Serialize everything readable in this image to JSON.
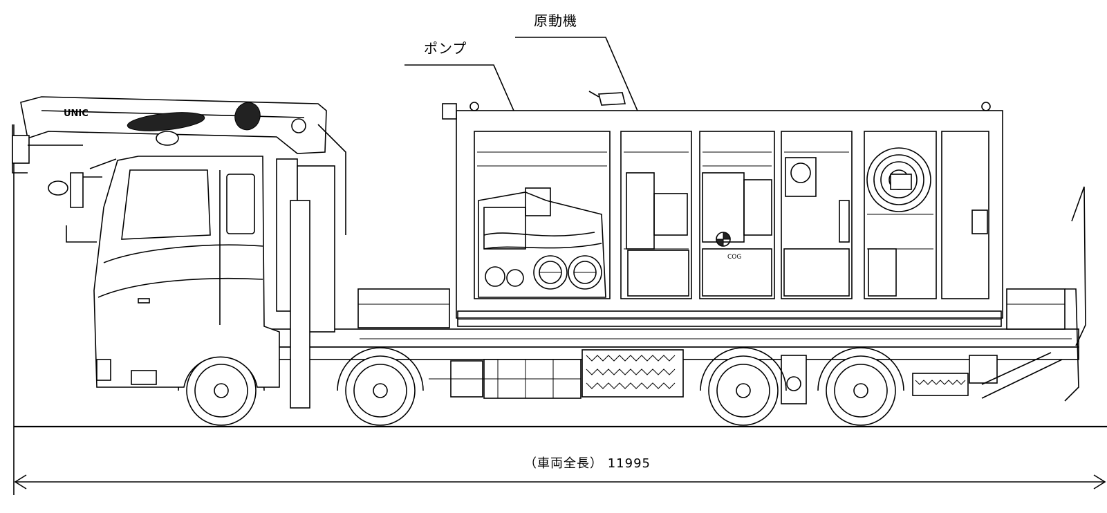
{
  "labels": {
    "engine": "原動機",
    "pump": "ポンプ",
    "length": "（車両全長） 11995"
  },
  "truck": {
    "crane_brand": "UNIC",
    "cog_mark": "COG"
  },
  "colors": {
    "line": "#000000",
    "background": "#ffffff"
  }
}
